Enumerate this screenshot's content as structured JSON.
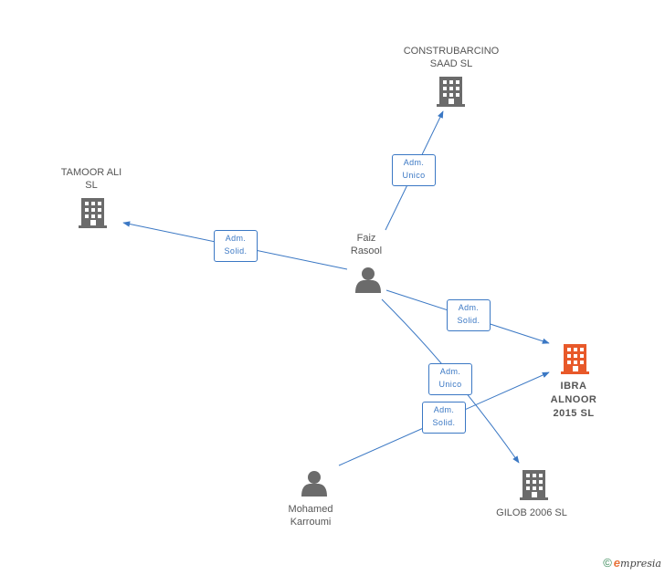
{
  "colors": {
    "edge": "#3b78c4",
    "company": "#6b6b6b",
    "highlight": "#e8592a",
    "person": "#6b6b6b"
  },
  "nodes": {
    "construbarcino": {
      "label": "CONSTRUBARCINO\nSAAD SL",
      "icon": "building-icon"
    },
    "tamoor": {
      "label": "TAMOOR ALI\nSL",
      "icon": "building-icon"
    },
    "faiz": {
      "label": "Faiz\nRasool",
      "icon": "person-icon"
    },
    "ibra": {
      "label": "IBRA\nALNOOR\n2015 SL",
      "icon": "building-icon"
    },
    "gilob": {
      "label": "GILOB 2006 SL",
      "icon": "building-icon"
    },
    "mohamed": {
      "label": "Mohamed\nKarroumi",
      "icon": "person-icon"
    }
  },
  "edges": {
    "faiz_construbarcino": {
      "line1": "Adm.",
      "line2": "Unico"
    },
    "faiz_tamoor": {
      "line1": "Adm.",
      "line2": "Solid."
    },
    "faiz_ibra": {
      "line1": "Adm.",
      "line2": "Solid."
    },
    "faiz_gilob": {
      "line1": "Adm.",
      "line2": "Unico"
    },
    "mohamed_ibra": {
      "line1": "Adm.",
      "line2": "Solid."
    }
  },
  "footer": {
    "copyright_symbol": "©",
    "brand_initial": "e",
    "brand_rest": "mpresia"
  }
}
